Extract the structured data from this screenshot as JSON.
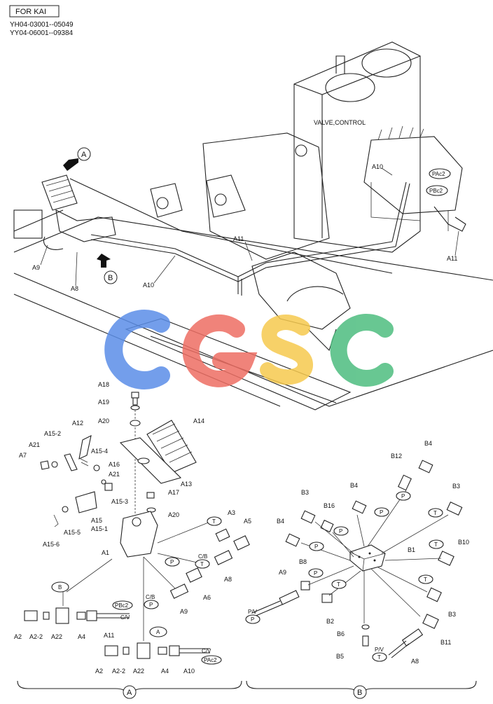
{
  "header": {
    "model_box": "FOR KAI",
    "serial_1": "YH04-03001--05049",
    "serial_2": "YY04-06001--09384"
  },
  "watermark": {
    "text": "CGSC",
    "colors": [
      "#5b8ee8",
      "#ee6e63",
      "#f6c94e",
      "#4dbd7f"
    ]
  },
  "upper_view": {
    "valve_label": "VALVE,CONTROL",
    "arrow_a": "A",
    "arrow_b": "B",
    "labels": {
      "a9": "A9",
      "a8": "A8",
      "a10_pipe": "A10",
      "a11_mid": "A11",
      "a10_valve": "A10",
      "pac2": "PAc2",
      "pbc2": "PBc2",
      "a11_right": "A11"
    }
  },
  "section_a": {
    "parts": {
      "a18": "A18",
      "a19": "A19",
      "a20_top": "A20",
      "a14": "A14",
      "a12": "A12",
      "a15_2": "A15-2",
      "a15_4": "A15-4",
      "a21_left": "A21",
      "a7": "A7",
      "a16": "A16",
      "a21_mid": "A21",
      "a15_3": "A15-3",
      "a13": "A13",
      "a17": "A17",
      "a20_mid": "A20",
      "a15": "A15",
      "a15_1": "A15-1",
      "a15_5": "A15-5",
      "a15_6": "A15-6",
      "a1": "A1",
      "a3": "A3",
      "a5": "A5",
      "a8": "A8",
      "a6": "A6",
      "a9": "A9"
    },
    "port_tags": {
      "t1": "T",
      "t2": "T",
      "p1": "P",
      "p2": "P",
      "b": "B",
      "a": "A"
    },
    "cb_1": "C/B",
    "cb_2": "C/B",
    "row1": {
      "parts": [
        "A2",
        "A2-2",
        "A22",
        "A4",
        "A11"
      ],
      "cv": "C/V",
      "pbc2": "PBc2"
    },
    "row2": {
      "parts": [
        "A2",
        "A2-2",
        "A22",
        "A4",
        "A10"
      ],
      "cv": "C/V",
      "pac2": "PAc2"
    },
    "footer_tag": "A"
  },
  "section_b": {
    "parts": {
      "b4_top": "B4",
      "b12": "B12",
      "b3_right_top": "B3",
      "b4_mid": "B4",
      "b3_left": "B3",
      "b16": "B16",
      "b4_left": "B4",
      "b1": "B1",
      "b10": "B10",
      "b8": "B8",
      "a9": "A9",
      "b2": "B2",
      "b3_lower": "B3",
      "b6": "B6",
      "b5": "B5",
      "b11": "B11",
      "a8": "A8"
    },
    "port_tags": {
      "p1": "P",
      "p2": "P",
      "p3": "P",
      "p4": "P",
      "p5": "P",
      "t1": "T",
      "t2": "T",
      "t3": "T",
      "t4": "T"
    },
    "pv_left": "P/V",
    "pv_left_tag": "P",
    "pv_right": "P/V",
    "pv_right_tag": "T",
    "footer_tag": "B"
  }
}
